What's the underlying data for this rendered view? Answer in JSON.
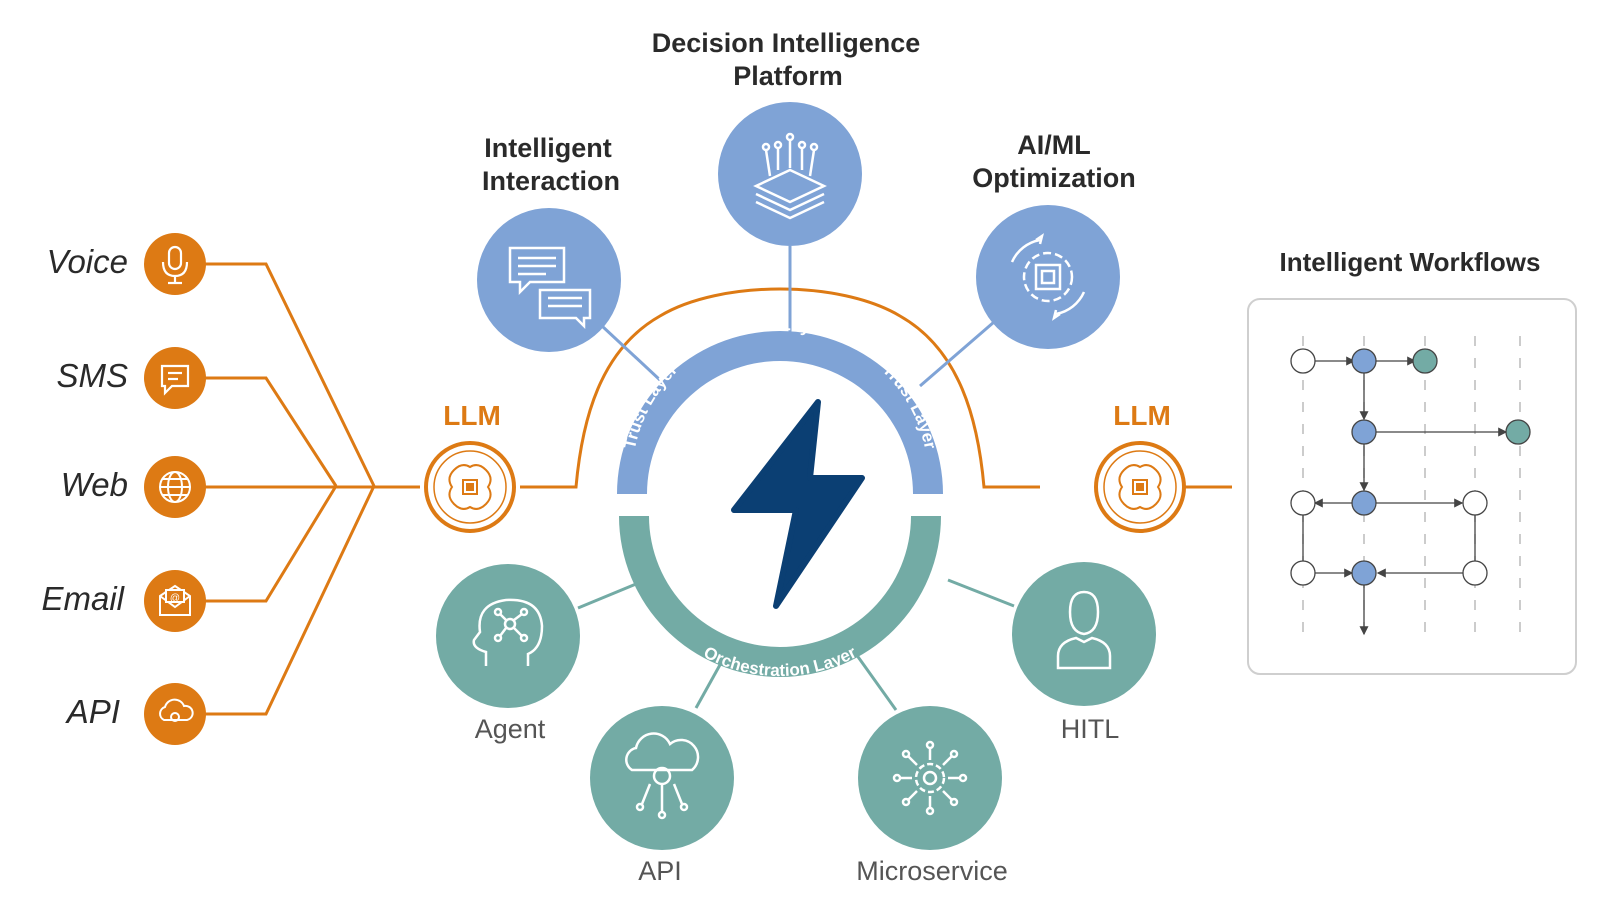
{
  "colors": {
    "orange": "#DD7A14",
    "blue": "#7FA3D6",
    "teal": "#73ABA5",
    "navy": "#0B3F73",
    "text_dark": "#2A2A2A",
    "text_gray": "#555555"
  },
  "channels": [
    {
      "label": "Voice",
      "icon": "microphone-icon"
    },
    {
      "label": "SMS",
      "icon": "chat-bubble-icon"
    },
    {
      "label": "Web",
      "icon": "globe-icon"
    },
    {
      "label": "Email",
      "icon": "envelope-icon"
    },
    {
      "label": "API",
      "icon": "cloud-gear-icon"
    }
  ],
  "llm": {
    "left_label": "LLM",
    "right_label": "LLM",
    "icon": "brain-chip-icon"
  },
  "top_nodes": [
    {
      "label_lines": [
        "Intelligent",
        "Interaction"
      ],
      "icon": "chat-bubbles-icon"
    },
    {
      "label_lines": [
        "Decision Intelligence",
        "Platform"
      ],
      "icon": "circuit-chip-icon"
    },
    {
      "label_lines": [
        "AI/ML",
        "Optimization"
      ],
      "icon": "gear-chip-icon"
    }
  ],
  "bottom_nodes": [
    {
      "label": "Agent",
      "icon": "head-network-icon"
    },
    {
      "label": "API",
      "icon": "cloud-network-icon"
    },
    {
      "label": "Microservice",
      "icon": "gear-network-icon"
    },
    {
      "label": "HITL",
      "icon": "person-icon"
    }
  ],
  "layers": {
    "trust": [
      "Trust Layer",
      "Trust Layer",
      "Trust Layer"
    ],
    "orchestration": "Orchestration Layer"
  },
  "center_icon": "lightning-bolt-icon",
  "workflows": {
    "title": "Intelligent Workflows"
  }
}
